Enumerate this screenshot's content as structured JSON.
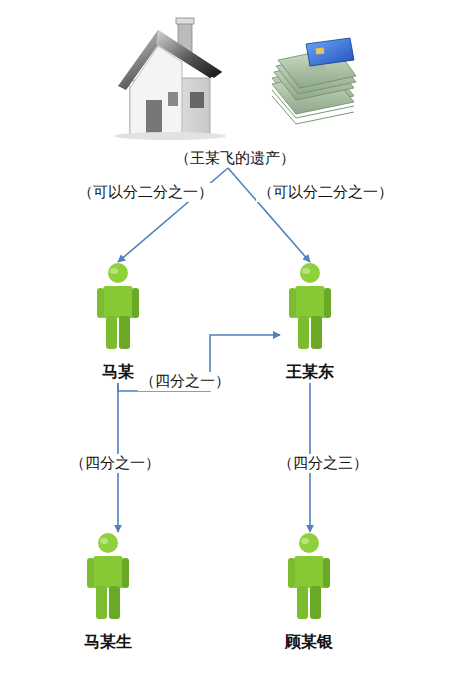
{
  "diagram": {
    "nodes": [
      {
        "text": [
          "（王某飞的遗产）"
        ]
      },
      {
        "text": [
          "马某"
        ]
      },
      {
        "text": [
          "王某东"
        ]
      },
      {
        "text": [
          "马某生"
        ]
      },
      {
        "text": [
          "顾某银"
        ]
      }
    ],
    "edges": [
      {
        "from": 0,
        "to": 1,
        "label": "（可以分二分之一）",
        "arrow": "to"
      },
      {
        "from": 0,
        "to": 2,
        "label": "（可以分二分之一）",
        "arrow": "to"
      },
      {
        "from": 1,
        "to": 2,
        "label": "（四分之一）",
        "arrow": "to"
      },
      {
        "from": 1,
        "to": 3,
        "label": "（四分之一）",
        "arrow": "to"
      },
      {
        "from": 2,
        "to": 4,
        "label": "（四分之三）",
        "arrow": "to"
      }
    ]
  }
}
